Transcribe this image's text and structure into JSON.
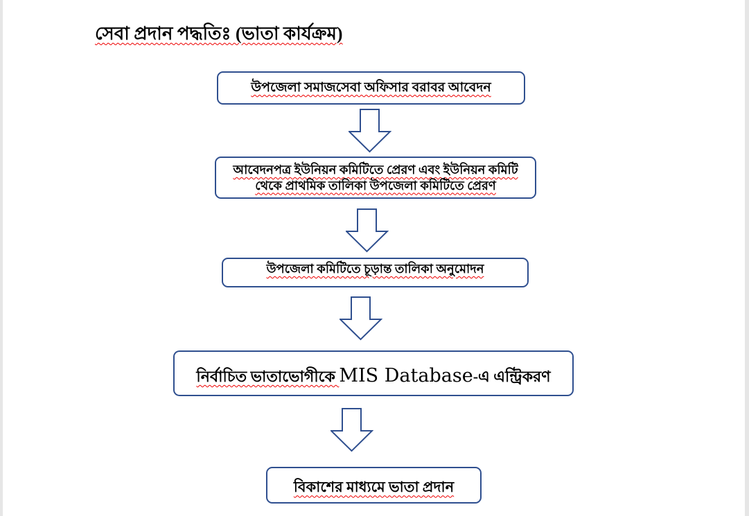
{
  "title": "সেবা প্রদান পদ্ধতিঃ (ভাতা কার্যক্রম)",
  "steps": [
    {
      "text": "উপজেলা সমাজসেবা অফিসার বরাবর আবেদন"
    },
    {
      "line1": "আবেদনপত্র ইউনিয়ন কমিটিতে প্রেরণ এবং ইউনিয়ন কমিটি",
      "line2": "থেকে প্রাথমিক তালিকা উপজেলা কমিটিতে প্রেরণ"
    },
    {
      "text": "উপজেলা কমিটিতে চূড়ান্ত তালিকা অনুমোদন"
    },
    {
      "pre": "নির্বাচিত ভাতাভোগীকে ",
      "mis": "MIS Database",
      "post": "-এ এন্ট্রিকরণ"
    },
    {
      "text": "বিকাশের মাধ্যমে ভাতা প্রদান"
    }
  ],
  "colors": {
    "box_border": "#2f4f8f",
    "spellcheck": "#e00000"
  }
}
